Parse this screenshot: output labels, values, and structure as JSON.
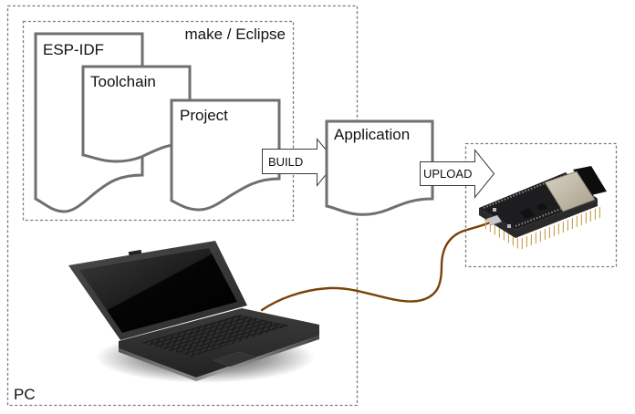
{
  "diagram": {
    "groups": {
      "pc": {
        "label": "PC"
      },
      "build_env": {
        "label": "make / Eclipse"
      },
      "target": {
        "label": ""
      }
    },
    "documents": {
      "esp_idf": {
        "label": "ESP-IDF"
      },
      "toolchain": {
        "label": "Toolchain"
      },
      "project": {
        "label": "Project"
      },
      "application": {
        "label": "Application"
      }
    },
    "arrows": {
      "build": {
        "label": "BUILD"
      },
      "upload": {
        "label": "UPLOAD"
      }
    },
    "images": {
      "laptop": "laptop-illustration",
      "board": "esp32-devkit-board"
    },
    "colors": {
      "cable": "#7a4208",
      "doc_stroke": "#6f6f6f",
      "dashed_border": "#7a7a7a"
    }
  }
}
